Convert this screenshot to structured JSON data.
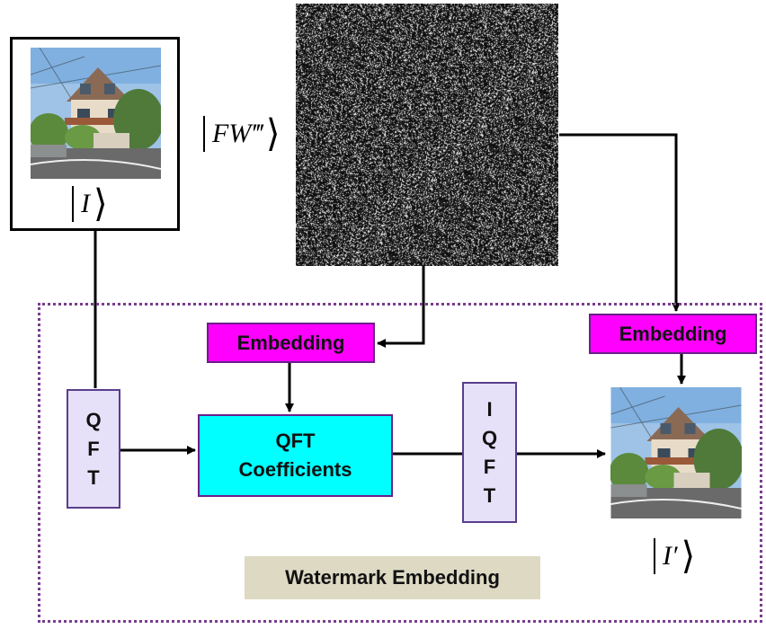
{
  "diagram": {
    "input_label": {
      "symbol": "I"
    },
    "watermark_label": {
      "symbol": "FW‴"
    },
    "output_label": {
      "symbol": "I′"
    },
    "embedding_left": "Embedding",
    "embedding_right": "Embedding",
    "qft_letters": [
      "Q",
      "F",
      "T"
    ],
    "iqft_letters": [
      "I",
      "Q",
      "F",
      "T"
    ],
    "coefficients_lines": [
      "QFT",
      "Coefficients"
    ],
    "region_label": "Watermark Embedding"
  },
  "colors": {
    "embedding_box": "#ff00ff",
    "coefficients_box": "#00ffff",
    "transform_box": "#e6e0f8",
    "region_border": "#7a3d8f",
    "region_label_bg": "#ddd9c3"
  }
}
